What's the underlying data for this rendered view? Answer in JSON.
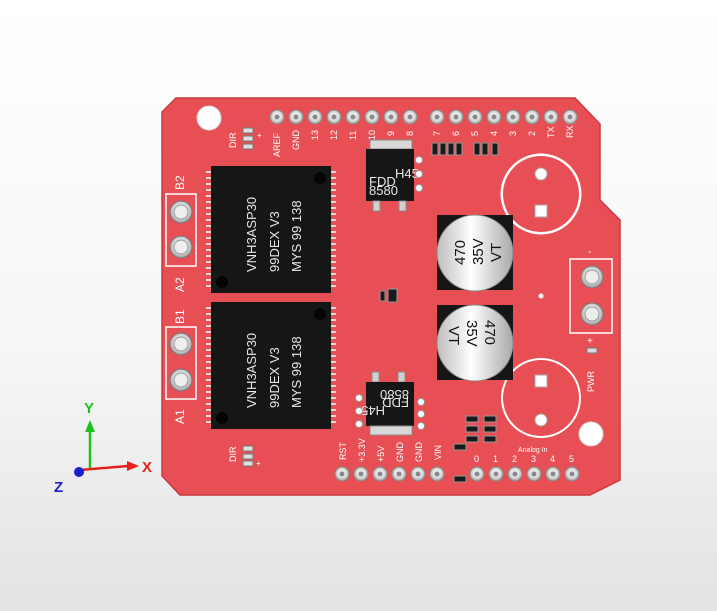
{
  "board": {
    "top_header_pins": [
      "AREF",
      "GND",
      "13",
      "12",
      "11",
      "10",
      "9",
      "8"
    ],
    "top_digital_pins": [
      "7",
      "6",
      "5",
      "4",
      "3",
      "2",
      "TX",
      "RX"
    ],
    "bottom_power_pins": [
      "RST",
      "+3.3V",
      "+5V",
      "GND",
      "GND",
      "VIN"
    ],
    "analog_pins": [
      "0",
      "1",
      "2",
      "3",
      "4",
      "5"
    ],
    "analog_label": "Analog In",
    "dir_label_top": "DIR",
    "dir_label_bottom": "DIR",
    "motor_b": {
      "b2": "B2",
      "a2": "A2"
    },
    "motor_a": {
      "b1": "B1",
      "a1": "A1"
    },
    "pwr_label": "PWR",
    "pwr_plus": "+",
    "pwr_minus": "-",
    "drivers": [
      {
        "line1": "VNH3ASP30",
        "line2": "99DEX V3",
        "line3": "MYS 99 138"
      },
      {
        "line1": "VNH3ASP30",
        "line2": "99DEX V3",
        "line3": "MYS 99 138"
      }
    ],
    "mosfet_top": {
      "line1": "FDD",
      "line2": "8580",
      "mark": "H45"
    },
    "mosfet_bottom": {
      "line1": "FDD",
      "line2": "8580",
      "mark": "H45"
    },
    "capacitors": [
      {
        "value": "470",
        "voltage": "35V",
        "brand": "VT"
      },
      {
        "value": "470",
        "voltage": "35V",
        "brand": "VT"
      }
    ]
  },
  "axes": {
    "x": "X",
    "y": "Y",
    "z": "Z"
  },
  "colors": {
    "pcb": "#e84f55",
    "pcb_edge": "#c7393f",
    "chip": "#161616",
    "silk": "#ffffff",
    "axis_x": "#e8201c",
    "axis_y": "#1ec21a",
    "axis_z": "#1a1fd0"
  }
}
